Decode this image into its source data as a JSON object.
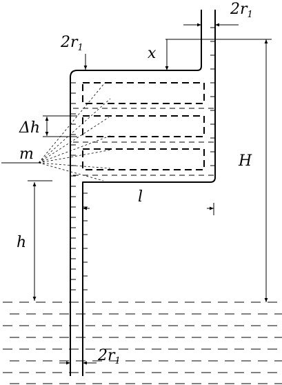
{
  "labels": {
    "tube_top_width": {
      "main": "2r",
      "sub": "1"
    },
    "channel_width": {
      "main": "2r",
      "sub": "1"
    },
    "tube_bottom_width": {
      "main": "2r",
      "sub": "1"
    },
    "x": "x",
    "delta_h": "Δh",
    "m": "m",
    "H": "H",
    "l": "l",
    "h": "h"
  },
  "colors": {
    "ink": "#000000",
    "background": "#ffffff"
  }
}
